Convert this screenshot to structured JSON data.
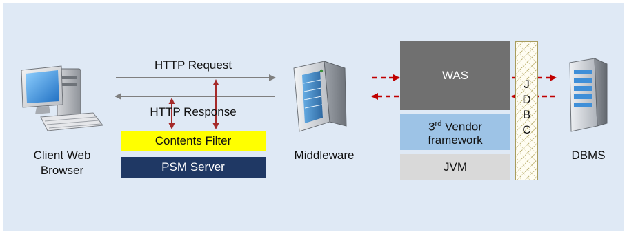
{
  "client": {
    "line1": "Client Web",
    "line2": "Browser"
  },
  "arrows": {
    "request": "HTTP Request",
    "response": "HTTP Response"
  },
  "filters": {
    "contents_filter": "Contents Filter",
    "psm_server": "PSM Server"
  },
  "middleware": {
    "label": "Middleware"
  },
  "stack": {
    "was": "WAS",
    "vendor_prefix": "3",
    "vendor_sup": "rd",
    "vendor_suffix": " Vendor",
    "vendor_line2": "framework",
    "jvm": "JVM"
  },
  "jdbc": {
    "letters": [
      "J",
      "D",
      "B",
      "C"
    ]
  },
  "dbms": {
    "label": "DBMS"
  },
  "colors": {
    "background": "#dfe9f5",
    "contents_filter_fill": "#ffff00",
    "psm_server_fill": "#1f3864",
    "was_fill": "#707070",
    "vendor_fill": "#9dc3e6",
    "jvm_fill": "#d9d9d9",
    "http_arrow": "#7f7f7f",
    "filter_arrow": "#a52a2a",
    "dashed_arrow": "#c00000"
  }
}
